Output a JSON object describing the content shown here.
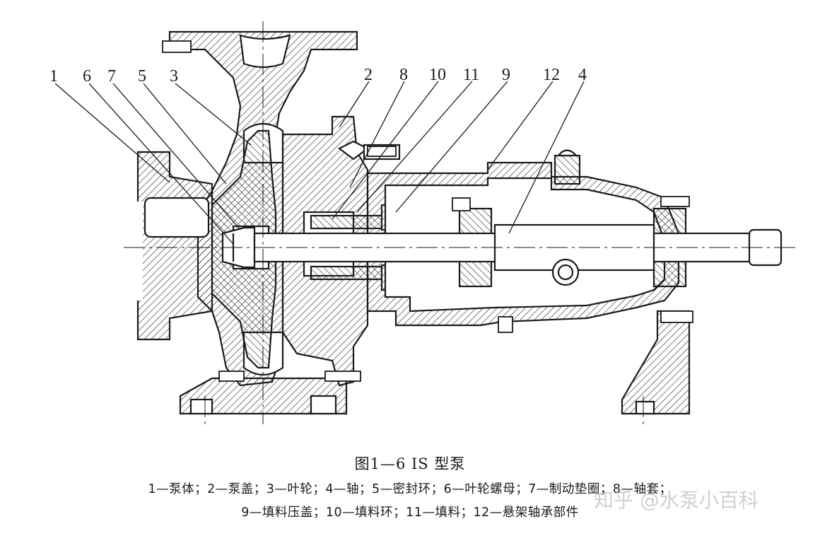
{
  "part_labels": [
    "1",
    "6",
    "7",
    "5",
    "3",
    "2",
    "8",
    "10",
    "11",
    "9",
    "12",
    "4"
  ],
  "figure_title": "图1—6 IS 型泵",
  "legend": {
    "line1": "1—泵体；2—泵盖；3—叶轮；4—轴；5—密封环；6—叶轮螺母；7—制动垫圈；8—轴套；",
    "line2": "9—填料压盖；10—填料环；11—填料；12—悬架轴承部件"
  },
  "watermark": "知乎 @水泵小百科",
  "colors": {
    "line": "#1a1a1a",
    "hatch": "#333333",
    "background": "#ffffff"
  }
}
